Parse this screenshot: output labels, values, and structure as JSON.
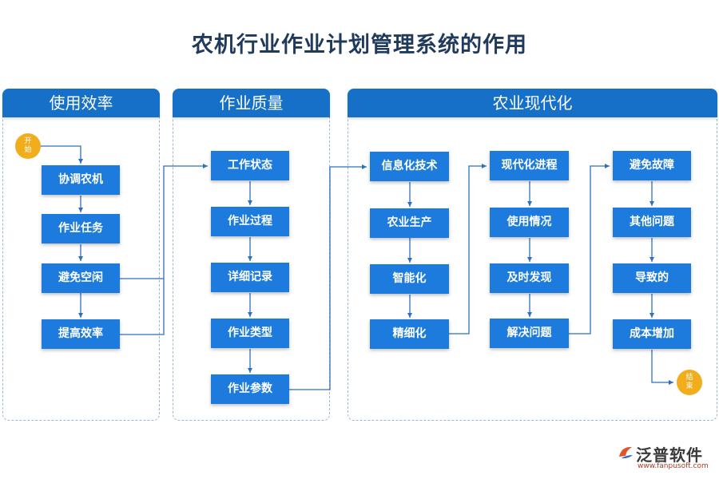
{
  "title": "农机行业作业计划管理系统的作用",
  "panels": {
    "efficiency": {
      "header": "使用效率",
      "start": "开\n始",
      "steps": [
        "协调农机",
        "作业任务",
        "避免空闲",
        "提高效率"
      ]
    },
    "quality": {
      "header": "作业质量",
      "steps": [
        "工作状态",
        "作业过程",
        "详细记录",
        "作业类型",
        "作业参数"
      ]
    },
    "modernization": {
      "header": "农业现代化",
      "col1": [
        "信息化技术",
        "农业生产",
        "智能化",
        "精细化"
      ],
      "col2": [
        "现代化进程",
        "使用情况",
        "及时发现",
        "解决问题"
      ],
      "col3": [
        "避免故障",
        "其他问题",
        "导致的",
        "成本增加"
      ],
      "end": "结\n束"
    }
  },
  "logo": {
    "name": "泛普软件",
    "url": "www.fanpusoft.com",
    "icon": "fanpu-logo-icon"
  },
  "colors": {
    "header": "#1670c7",
    "node": "#1c7bdc",
    "connector": "#2f6fbf",
    "terminal": "#f2ad1c",
    "title": "#1f3a5a"
  }
}
